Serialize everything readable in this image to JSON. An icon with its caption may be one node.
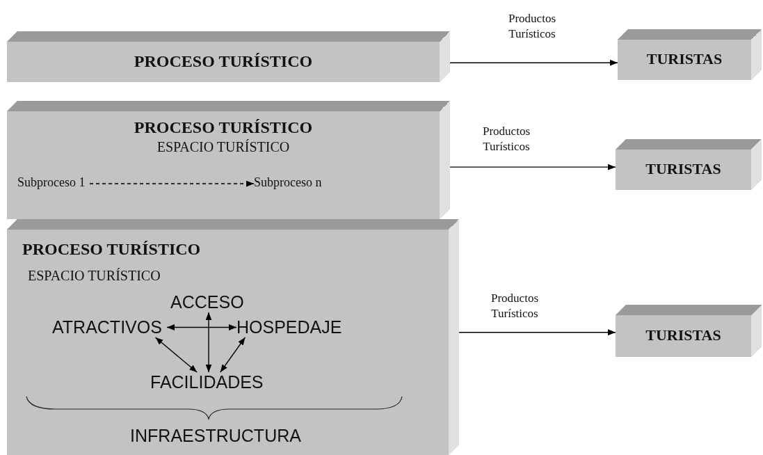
{
  "diagram": {
    "nodes": [
      {
        "text": [
          "PROCESO TURÍSTICO"
        ]
      },
      {
        "text": [
          "TURISTAS"
        ]
      },
      {
        "text": [
          "PROCESO TURÍSTICO",
          "ESPACIO TURÍSTICO"
        ]
      },
      {
        "text": [
          "Subproceso 1"
        ],
        "in": 2
      },
      {
        "text": [
          "Subproceso n"
        ],
        "in": 2
      },
      {
        "text": [
          "TURISTAS"
        ]
      },
      {
        "text": [
          "PROCESO TURÍSTICO",
          "ESPACIO TURÍSTICO",
          "INFRAESTRUCTURA"
        ]
      },
      {
        "text": [
          "ACCESO"
        ],
        "in": 6
      },
      {
        "text": [
          "ATRACTIVOS"
        ],
        "in": 6
      },
      {
        "text": [
          "HOSPEDAJE"
        ],
        "in": 6
      },
      {
        "text": [
          "FACILIDADES"
        ],
        "in": 6
      },
      {
        "text": [
          "TURISTAS"
        ]
      }
    ],
    "edges": [
      {
        "from": 0,
        "to": 1,
        "arrow": "to",
        "label": "Productos Turísticos"
      },
      {
        "from": 2,
        "to": 5,
        "arrow": "to",
        "label": "Productos Turísticos"
      },
      {
        "from": 3,
        "to": 4,
        "arrow": "to",
        "style": "dashed"
      },
      {
        "from": 6,
        "to": 11,
        "arrow": "to",
        "label": "Productos Turísticos"
      },
      {
        "from": 7,
        "to": 10,
        "arrow": "both"
      },
      {
        "from": 8,
        "to": 9,
        "arrow": "both"
      },
      {
        "from": 8,
        "to": 10,
        "arrow": "both"
      },
      {
        "from": 9,
        "to": 10,
        "arrow": "both"
      }
    ]
  }
}
